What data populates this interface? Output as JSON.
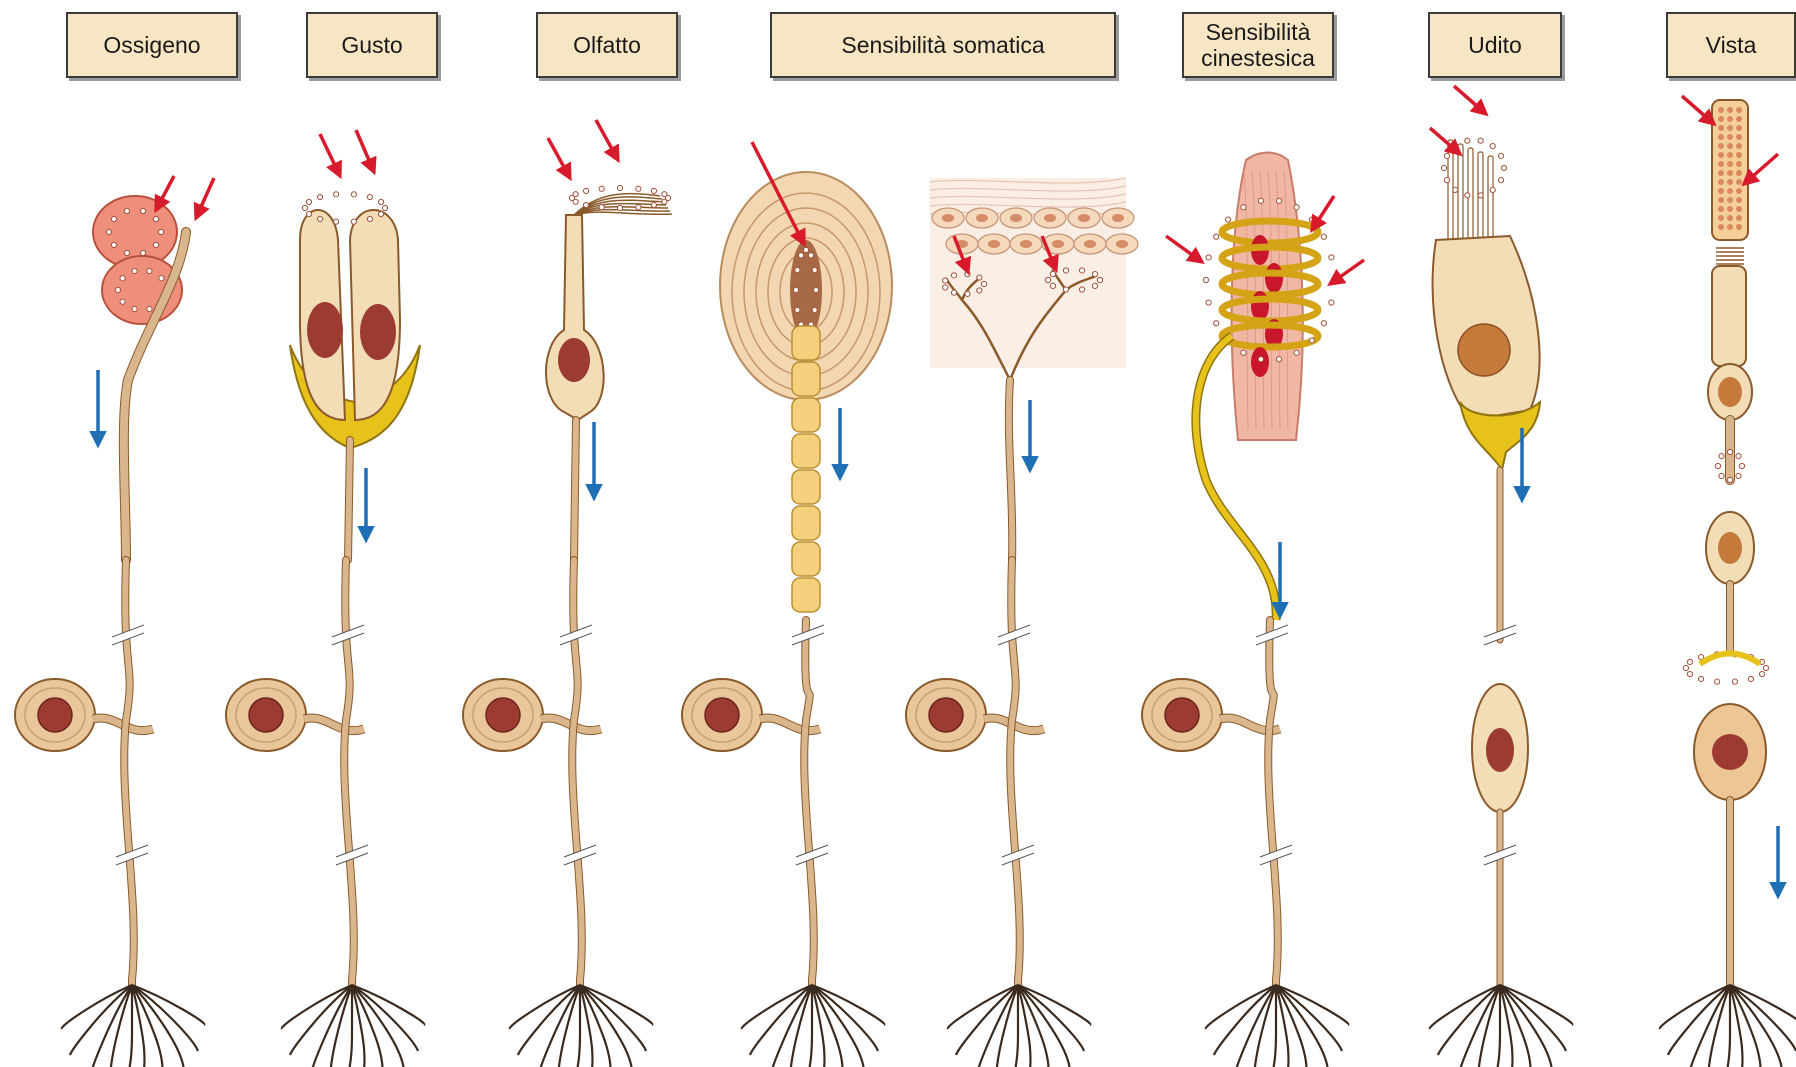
{
  "labels": [
    {
      "key": "ossigeno",
      "text": "Ossigeno"
    },
    {
      "key": "gusto",
      "text": "Gusto"
    },
    {
      "key": "olfatto",
      "text": "Olfatto"
    },
    {
      "key": "somatica",
      "text": "Sensibilità somatica"
    },
    {
      "key": "cinestesica",
      "text": "Sensibilità\ncinestesica"
    },
    {
      "key": "udito",
      "text": "Udito"
    },
    {
      "key": "vista",
      "text": "Vista"
    }
  ],
  "colors": {
    "cytoplasm": "#f3ddb6",
    "outline": "#8a5a2b",
    "axon": "#d9b68c",
    "nucleus": "#9c3b32",
    "support_cell": "#e6c21a",
    "stimulus_arrow": "#d81b2c",
    "signal_arrow": "#1f6fb5",
    "muscle": "#f0b7a4",
    "chemoreceptor": "#ee8f7c",
    "root": "#3b2a1e"
  },
  "icons": {
    "stimulus": "red-arrow-icon",
    "signal": "blue-arrow-icon"
  }
}
